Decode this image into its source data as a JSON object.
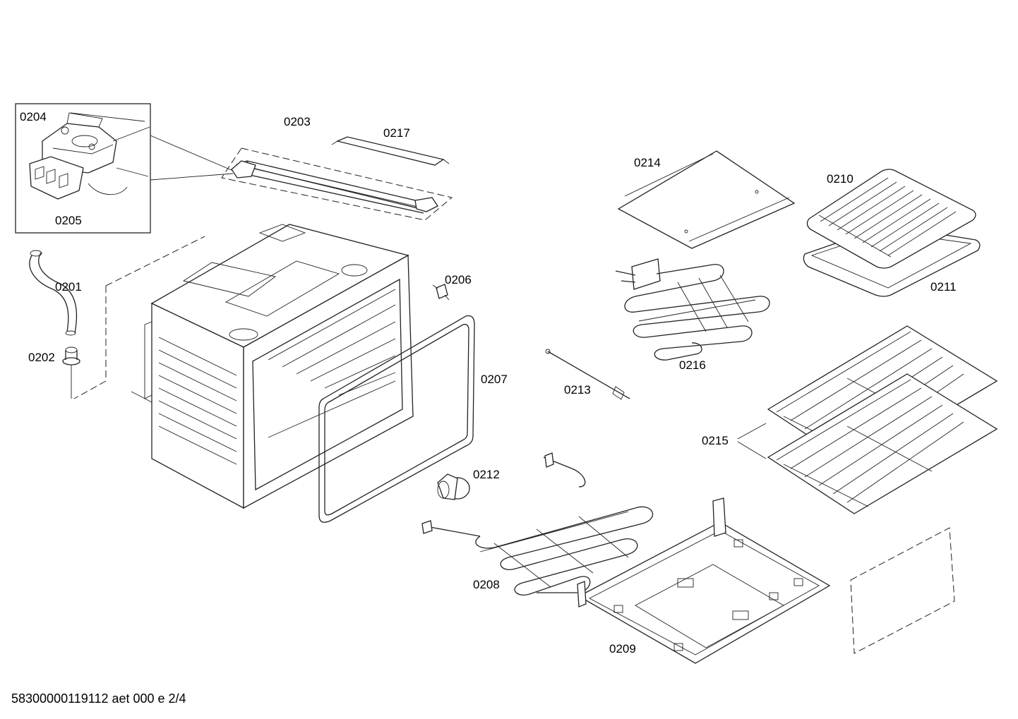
{
  "diagram": {
    "labels": {
      "p0201": "0201",
      "p0202": "0202",
      "p0203": "0203",
      "p0204": "0204",
      "p0205": "0205",
      "p0206": "0206",
      "p0207": "0207",
      "p0208": "0208",
      "p0209": "0209",
      "p0210": "0210",
      "p0211": "0211",
      "p0212": "0212",
      "p0213": "0213",
      "p0214": "0214",
      "p0215": "0215",
      "p0216": "0216",
      "p0217": "0217"
    },
    "footer": "58300000119112 aet 000 e 2/4"
  }
}
